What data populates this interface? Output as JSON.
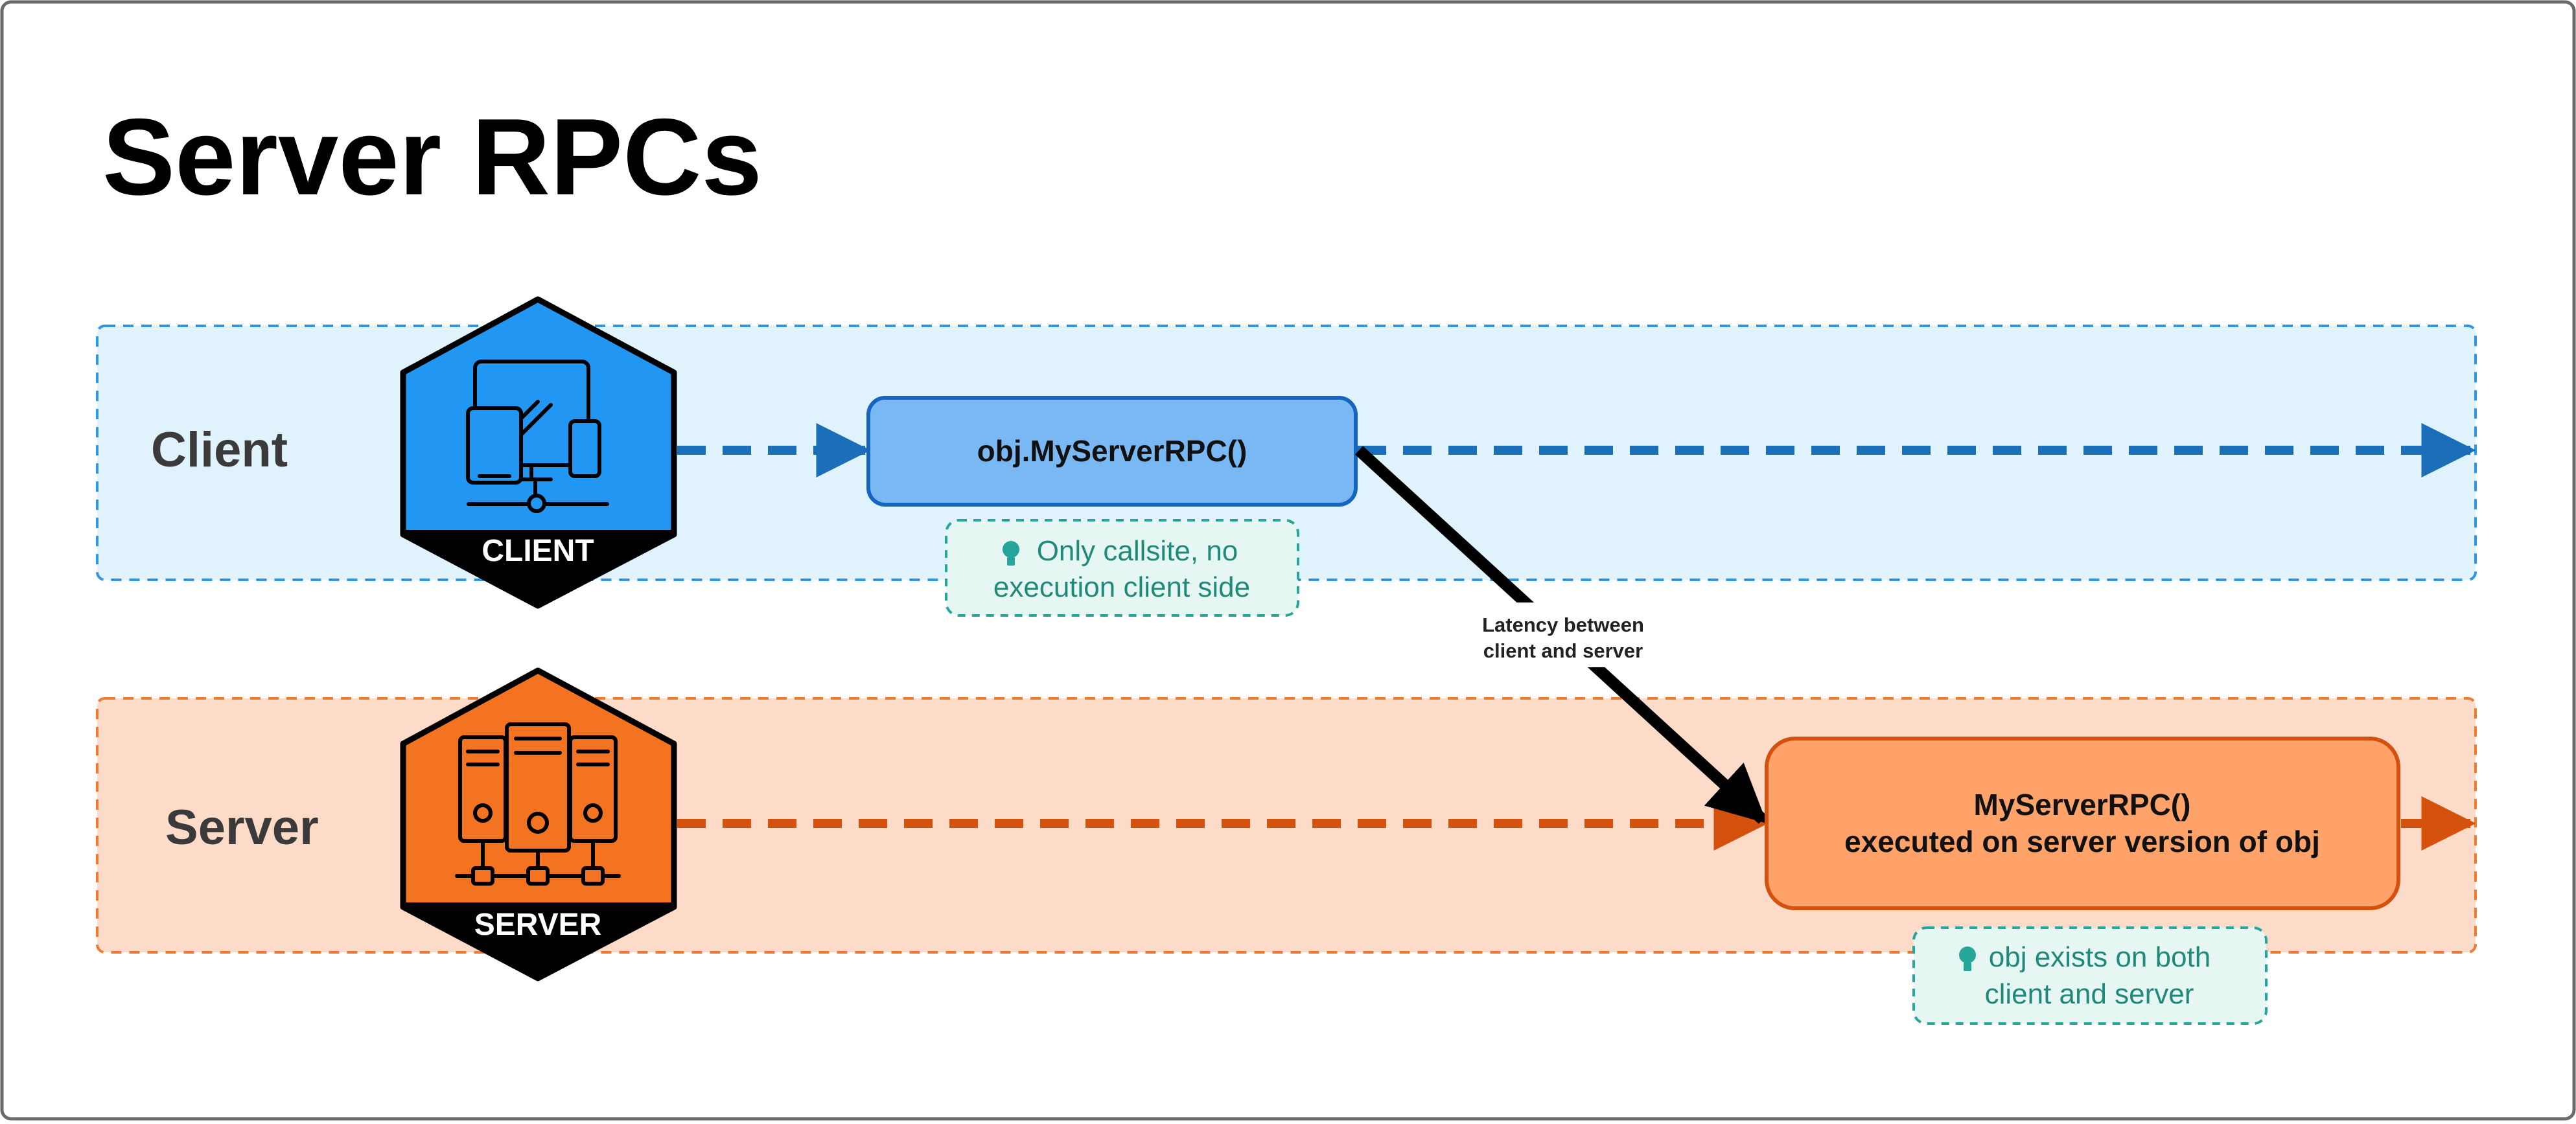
{
  "title": "Server RPCs",
  "colors": {
    "client_lane_fill": "#e0f2fb",
    "client_lane_stroke": "#2f96e4",
    "server_lane_fill": "#fcdcc8",
    "server_lane_stroke": "#f07b30",
    "client_hex": "#2196f3",
    "server_hex": "#f37321",
    "client_arrow": "#1a6fb8",
    "server_arrow": "#d4520d",
    "note_stroke": "#26a69a",
    "note_text": "#1f8a7a"
  },
  "client_lane": {
    "label": "Client",
    "badge_text": "CLIENT",
    "icon": "devices-icon",
    "call_box_text": "obj.MyServerRPC()",
    "note_icon": "lightbulb-icon",
    "note_lines": [
      "Only callsite, no",
      "execution client side"
    ]
  },
  "server_lane": {
    "label": "Server",
    "badge_text": "SERVER",
    "icon": "server-rack-icon",
    "exec_box_lines": [
      "MyServerRPC()",
      "executed on server version of obj"
    ],
    "note_icon": "lightbulb-icon",
    "note_lines": [
      "obj exists on both",
      "client and server"
    ]
  },
  "latency_label_lines": [
    "Latency between",
    "client and server"
  ]
}
